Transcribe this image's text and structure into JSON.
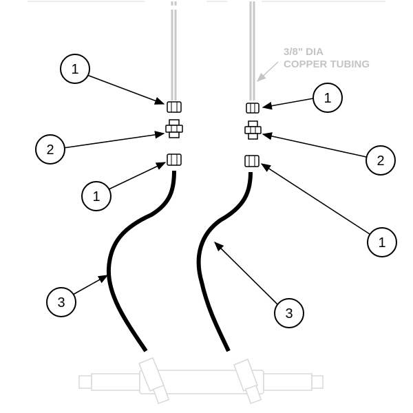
{
  "diagram": {
    "tubing_label_line1": "3/8\" DIA",
    "tubing_label_line2": "COPPER TUBING",
    "callouts": {
      "left_top": "1",
      "left_middle": "2",
      "left_bottom": "1",
      "left_hose": "3",
      "right_top": "1",
      "right_middle": "2",
      "right_bottom": "1",
      "right_hose": "3"
    }
  }
}
